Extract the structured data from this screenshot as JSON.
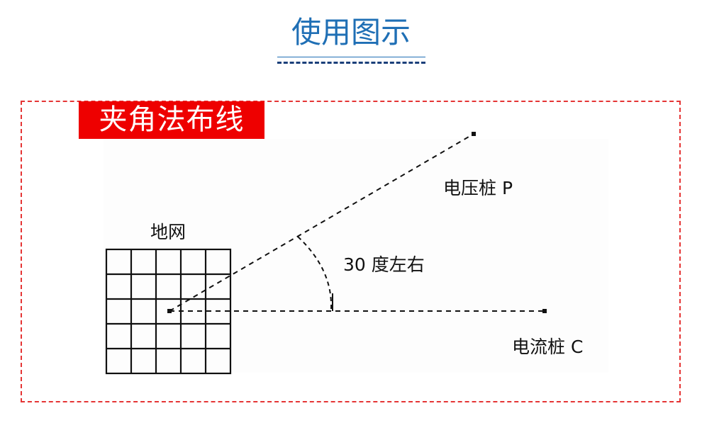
{
  "header": {
    "title": "使用图示"
  },
  "badge": {
    "label": "夹角法布线"
  },
  "diagram": {
    "grid_label": "地网",
    "voltage_stake_label": "电压桩 P",
    "current_stake_label": "电流桩 C",
    "angle_label": "30 度左右",
    "grid_rows": 5,
    "grid_cols": 5
  },
  "colors": {
    "title_blue": "#1f6fb5",
    "badge_red": "#ee0000",
    "frame_red": "#e53535",
    "line_black": "#111111"
  }
}
